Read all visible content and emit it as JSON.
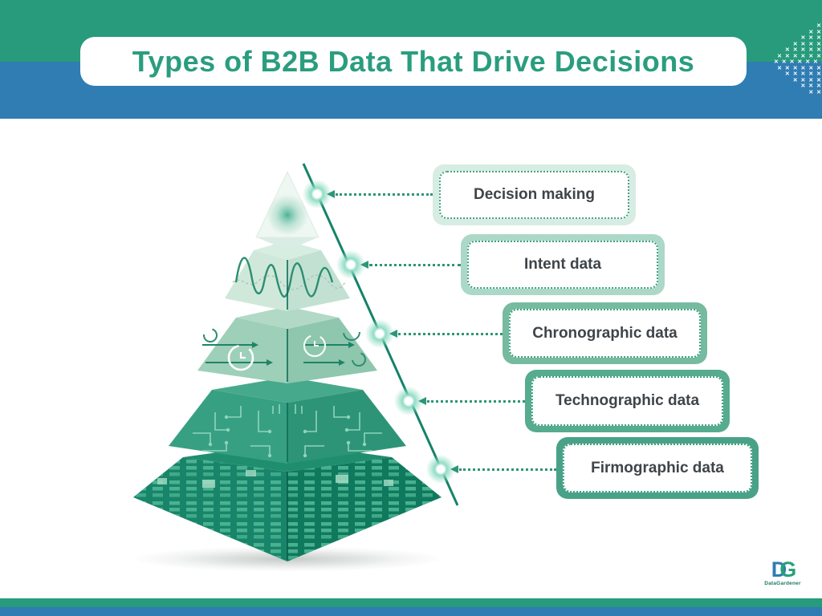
{
  "header": {
    "title": "Types of B2B Data That Drive Decisions",
    "title_color": "#2A9D7F",
    "band_green": "#279B7C",
    "band_blue": "#2F7DB3"
  },
  "labels": [
    {
      "text": "Decision making",
      "box_color": "#D7ECE2"
    },
    {
      "text": "Intent data",
      "box_color": "#ABD8C7"
    },
    {
      "text": "Chronographic data",
      "box_color": "#76BB9F"
    },
    {
      "text": "Technographic data",
      "box_color": "#57AB8F"
    },
    {
      "text": "Firmographic data",
      "box_color": "#49A287"
    }
  ],
  "pyramid": {
    "levels_top_to_bottom": [
      "Decision making",
      "Intent data",
      "Chronographic data",
      "Technographic data",
      "Firmographic data"
    ],
    "accent_line_color": "#14836A",
    "level_icons": [
      "glow-dot",
      "sine-wave",
      "arrows-and-clocks",
      "circuit-board",
      "data-blocks"
    ]
  },
  "decor": {
    "cross_glyph": "✕",
    "cross_rows": [
      "✕",
      "✕ ✕",
      "✕ ✕ ✕",
      "✕ ✕ ✕ ✕",
      "✕ ✕ ✕ ✕ ✕",
      "✕ ✕ ✕ ✕ ✕ ✕",
      "✕ ✕ ✕ ✕ ✕ ✕ ✕",
      "✕ ✕ ✕ ✕ ✕ ✕",
      "✕ ✕ ✕ ✕ ✕",
      "✕ ✕ ✕ ✕",
      "✕ ✕ ✕",
      "✕ ✕"
    ]
  },
  "footer": {
    "logo_monogram_d": "D",
    "logo_monogram_g": "G",
    "logo_caption": "DataGardener"
  }
}
